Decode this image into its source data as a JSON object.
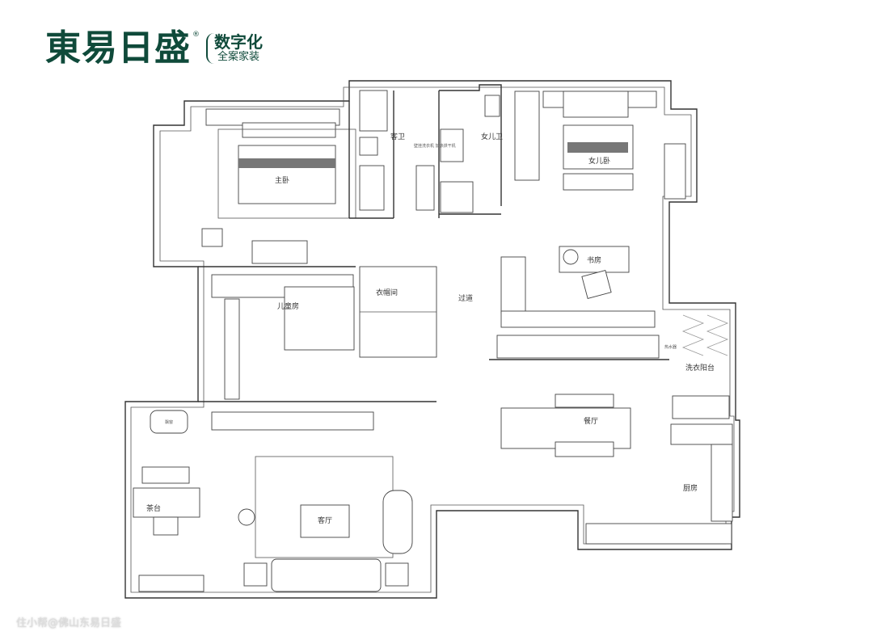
{
  "logo": {
    "brand": "東易日盛",
    "registered": "®",
    "tagline1": "数字化",
    "tagline2": "全案家装"
  },
  "rooms": {
    "master_bedroom": "主卧",
    "guest_bath": "客卫",
    "daughter_bath": "女儿卫",
    "daughter_bedroom": "女儿卧",
    "walk_in_closet": "衣帽间",
    "kids_room": "儿童房",
    "corridor": "过道",
    "study": "书房",
    "laundry_balcony": "洗衣阳台",
    "water_heater": "热水器",
    "dining_room": "餐厅",
    "kitchen": "厨房",
    "living_room": "客厅",
    "tea_table": "茶台",
    "bay_window": "飘窗",
    "washer_note": "壁挂洗衣机 加热烘干机"
  },
  "watermark": "住小帮@佛山东易日盛"
}
